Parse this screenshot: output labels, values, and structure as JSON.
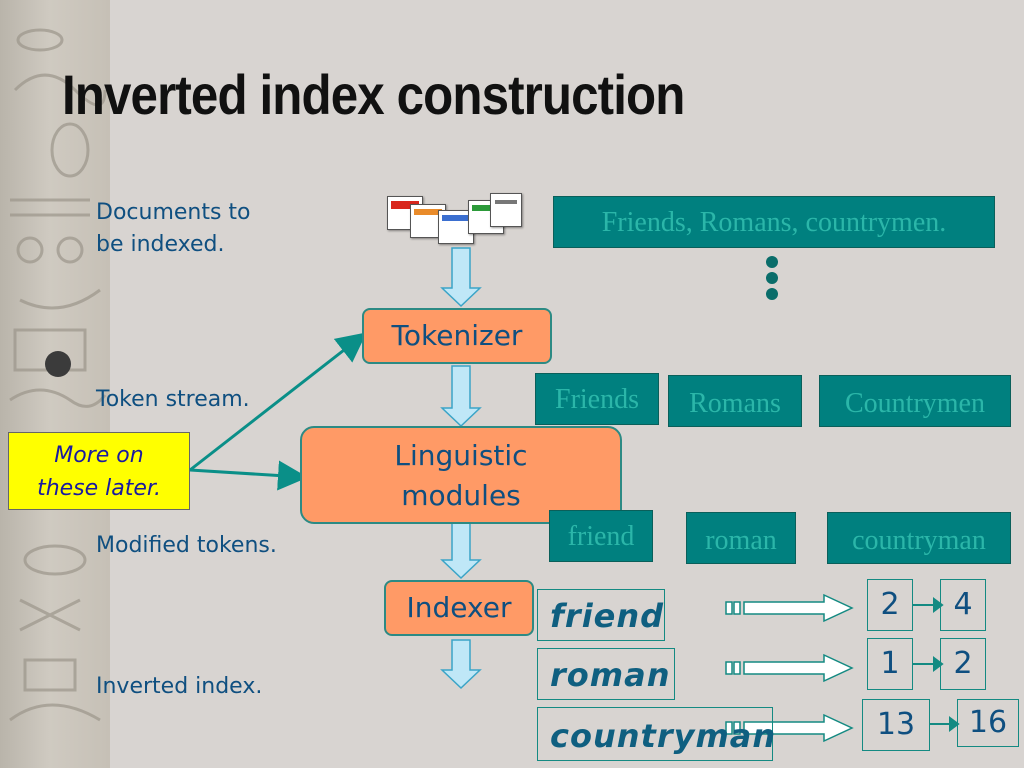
{
  "title": "Inverted index construction",
  "labels": {
    "documents": [
      "Documents to",
      "be indexed."
    ],
    "token_stream": "Token stream.",
    "modified_tokens": "Modified tokens.",
    "inverted_index": "Inverted index."
  },
  "note": [
    "More on",
    "these later."
  ],
  "steps": {
    "tokenizer": "Tokenizer",
    "linguistic": [
      "Linguistic",
      "modules"
    ],
    "indexer": "Indexer"
  },
  "sentence": "Friends, Romans, countrymen.",
  "tokens": [
    "Friends",
    "Romans",
    "Countrymen"
  ],
  "modified": [
    "friend",
    "roman",
    "countryman"
  ],
  "index": [
    {
      "term": "friend",
      "postings": [
        "2",
        "4"
      ]
    },
    {
      "term": "roman",
      "postings": [
        "1",
        "2"
      ]
    },
    {
      "term": "countryman",
      "postings": [
        "13",
        "16"
      ]
    }
  ],
  "colors": {
    "teal": "#00807f",
    "orange": "#ff9a66",
    "note_yellow": "#ffff00",
    "label_blue": "#0f4f80",
    "arrow_blue": "#bfe7f7"
  }
}
